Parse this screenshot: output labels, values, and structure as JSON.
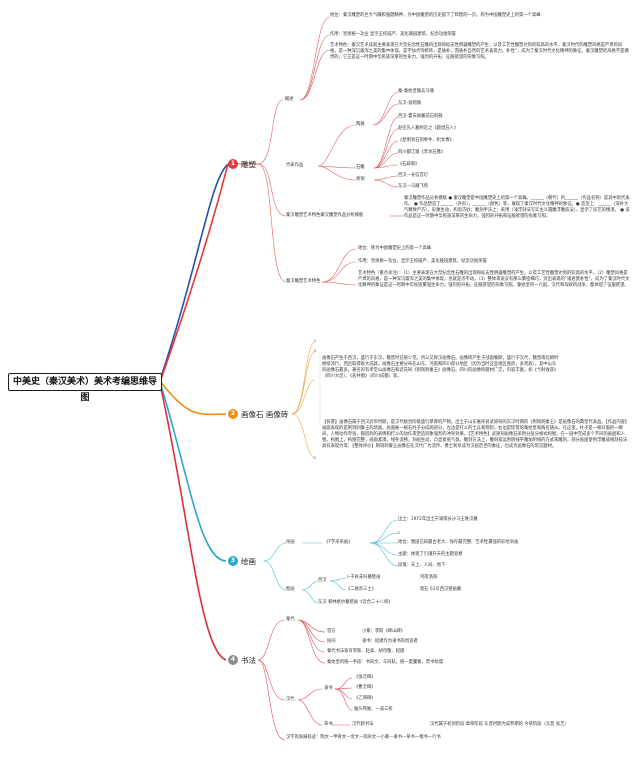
{
  "title": "中美史（秦汉美术）美术考编思维导图",
  "colors": {
    "b1": "#e03a3a",
    "b2": "#f08c1a",
    "b3": "#2aa8cf",
    "b4": "#8c8c8c",
    "left_trunk": "#2a4fb0"
  },
  "b1": {
    "num": "1",
    "label": "雕塑",
    "gaishu": "概述",
    "diwei": "地位：秦汉雕塑的巨大气魄和强健精神，为中国雕塑的历史留下了辉煌的一页。称为中国雕塑史上的第一个高峰",
    "zuoyong": "作用：宣扬统一功业 显示王权威严、美化陵园建筑、纪念功勋荣誉",
    "tese": "艺术特色：秦汉艺术成就主要表现在大型纪念性石雕的出现和标志性明器雕塑的产生，以及工艺性雕塑达到的较高的水平。秦汉时代的雕塑风格是严肃的风格，是一种深沉雄浑之美的集中体现，是不加点饰修饰，是质朴，而质朴自然的艺术表现力。朴性”，成为了秦汉时代文化精神的象征。秦汉雕塑的风格不是偶然的，它正是这一时期中华民族深厚的生命力，强烈的开拓、征服欲望的形象写照。",
    "daibiao": "代表作品",
    "taoyong": "陶俑",
    "taoyong_items": [
      "秦-秦始皇陵兵马俑",
      "东汉-说唱俑"
    ],
    "shidiao": "石雕",
    "shidiao_items": [
      "西汉-霍去病墓前石刻群",
      "赵佗先人墓附近之《圆觉石人》",
      "《昆明池石刻牵牛、织女像》",
      "四川都江堰《李冰石像》",
      "《石辟邪》"
    ],
    "qingtong": "青铜",
    "qingtong_items": [
      "西汉—长信宫灯",
      "东汉—马踏飞燕"
    ],
    "fenxi_label": "秦汉雕塑艺术特色秦汉雕塑作品分析模板",
    "fenxi_text": "秦汉雕塑作品分析模板 ● 秦汉雕塑是中国雕塑史上的第一个高峰。______（朝代）的______（作品名称）是其中的代表作。 ● 作品塑造了______（外形），______（颜色）等，展现了秦汉时代文化精神的象征。● 造型上：______（深朴大气精致严巧），形象生动，构思巧妙；雕刻手法上：采用（浅浮刻法写实主义圆雕浮雕技法），显示了技艺的精湛。 ● 该作品是这一时期中华民族深厚的生命力，强烈的开拓和征服欲望的形象写照。",
    "tese2": "秦汉雕塑艺术特色",
    "tese2_items": [
      "地位：称为中国雕塑史上的第一个高峰",
      "作用：宣扬统一功业，显示王权威严、美化陵园建筑、纪念功勋荣誉",
      "艺术特色（重点关注）：（1）主要表现在大型纪念性石雕的出现和标志性明器雕塑的产生，以及工艺性雕塑达到的较高的水平。（2）雕塑风格是严肃的风格，是一种深沉雄浑之美的集中体现，也就是点不动。（3）整体来说没有那么繁密细巧，突出表现的“诸君莫朴性”，成为了秦汉时代文化精神的象征是这一时期中华民族繁强生命力，强烈的开拓，征服欲望的形象写照。秦始皇的一六国，汉代和匈奴的战争，都体现了征服欲望。"
    ]
  },
  "b2": {
    "num": "2",
    "label": "画像石 画像砖",
    "c1": "c",
    "c2": "c",
    "t1": "画像石产生于西汉，盛行于东汉，魏晋时已很少见。所以又称汉画像石。画像砖产生于战国晚期，盛行于汉代，魏晋南北朝时继续流行，而且取得很大成就。画像石主要分布在山东、河南和四川部分地区（因为当时这些地区富庶，多贵族），其中山东的画像石最多。著名的有孝堂山画像石和武氏祠《荆轲刺秦王》画像石。四川的画像砖题材广泛，内容丰富，如《弋射收获》（四川大邑）、《盐井图》（四川成都）等。",
    "t2": "【背景】画像石属于西汉武帝时期，是汉代统治阶级盛行厚葬的产物。出土于山东嘉祥县武梁祠的东汉时期的《荆轲刺秦王》是画像石的典型代表品。【作品内容】画面表现的是荆轲刺秦王的场面。画面被一根石柱子分成两部分，左边是打斗的士兵和荆轲，右边是惊慌的秦始皇和两名随从。在这里，柱子是一根对面的一瞬间，人物动作夸张，都因刺的表情和打斗的动作来塑造形象强烈的冲突效果。【艺术特色】武梁祠画像石采用分层分格式构图，在一层中完成多个不同的画面和人物。构图上，构图完整，画面紧凑。线条流畅，刻画生动，凸显紧张气氛。雕刻方法上，雕刻家运用阴线平雕加阴线的方式来雕刻，部分画面使用浮雕或线刻技法具有表现力等；【整体评价】荆轲刺秦王画像石在汉代广为流传，勇士刺杀成为汉画后世的象征，也成为画像石的常见题材。",
    "t3": "c"
  },
  "b3": {
    "num": "3",
    "label": "绘画",
    "bohua": "帛画",
    "bohua_sub": "《T字形帛画》",
    "bohua_items": [
      "出土：1972年出土于湖南长沙马王堆汉墓",
      "c",
      "地位：我国已知最古老大、保存最完整、艺术性最强的彩绘帛画",
      "主题：体现了引魂升天的主题思想",
      "段落：天上、人间、地下"
    ],
    "bihua": "壁画",
    "xihan": "西汉",
    "xihan_items": [
      [
        "卜千秋夫妇墓壁画",
        "河南洛阳"
      ],
      [
        "《二桃杀三士》",
        "现在 61号西汉壁画墓"
      ]
    ],
    "donghan": "东汉 和林格尔墓壁画《云合二十八将》"
  },
  "b4": {
    "num": "4",
    "label": "书法",
    "qindai": "秦代",
    "qin_items": [
      [
        "官方",
        "小篆：李斯《峄山碑》"
      ],
      [
        "民间",
        "隶书：程邈作为隶书的创造者"
      ]
    ],
    "qin_text1": "秦代书法家有李斯、赵高、胡母敬、程邈",
    "qin_text2": "秦始皇的统一手段：书同文、车同轨，统一度量衡，焚书坑儒",
    "handai": "汉代",
    "lishu": "隶书",
    "lishu_items": [
      "《张迁碑》",
      "《曹全碑》",
      "《乙瑛碑》",
      "蚕头燕尾、一波三折"
    ],
    "caoshu": "草书",
    "caoshu_text": "汉代新书法",
    "caoshu_desc": "汉代属于初创阶段 章草阶段 东晋时期为成熟期的 今草阶段（东晋 张芝）",
    "guiji": "汉字的发展轨迹：陶文—甲骨文—金文—简帛文—小篆—隶书—草书—楷书—行书"
  }
}
